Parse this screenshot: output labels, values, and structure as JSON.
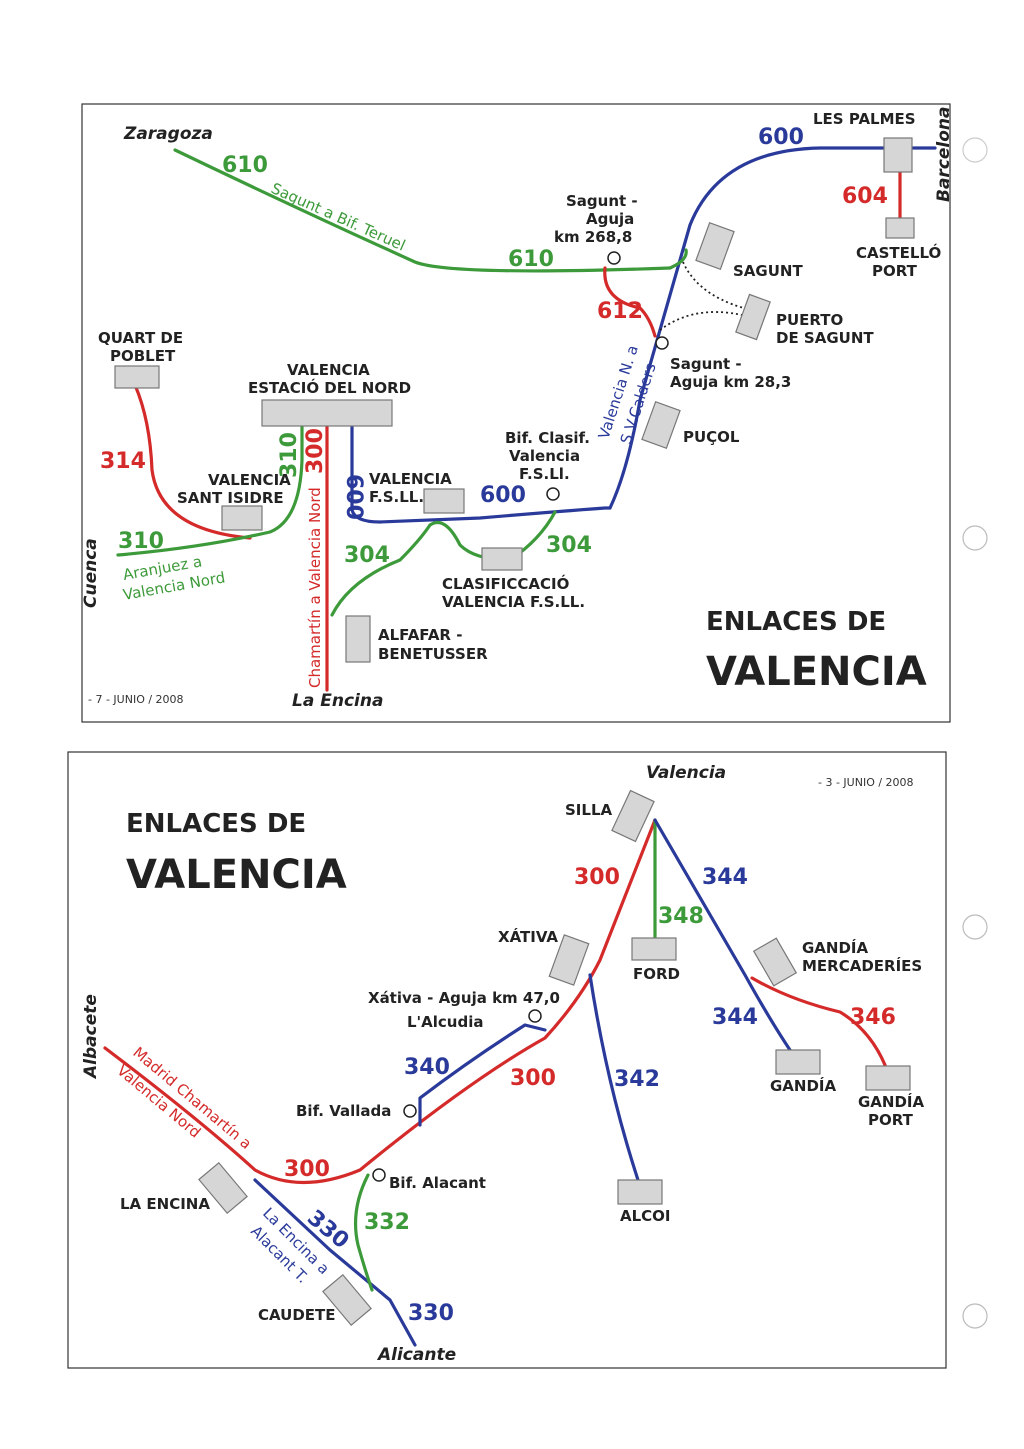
{
  "map1": {
    "title_line1": "ENLACES DE",
    "title_line2": "VALENCIA",
    "footer": "- 7 - JUNIO / 2008",
    "cities": {
      "zaragoza": "Zaragoza",
      "barcelona": "Barcelona",
      "cuenca": "Cuenca",
      "la_encina": "La Encina"
    },
    "stations": {
      "les_palmes": "LES PALMES",
      "castello_port_1": "CASTELLÓ",
      "castello_port_2": "PORT",
      "sagunt": "SAGUNT",
      "puerto_sagunt_1": "PUERTO",
      "puerto_sagunt_2": "DE SAGUNT",
      "pucol": "PUÇOL",
      "quart_poblet_1": "QUART DE",
      "quart_poblet_2": "POBLET",
      "valencia_nord_1": "VALENCIA",
      "valencia_nord_2": "ESTACIÓ DEL NORD",
      "sant_isidre_1": "VALENCIA",
      "sant_isidre_2": "SANT ISIDRE",
      "fsll_1": "VALENCIA",
      "fsll_2": "F.S.LL.",
      "clasificacio_1": "CLASIFICCACIÓ",
      "clasificacio_2": "VALENCIA F.S.LL.",
      "alfafar_1": "ALFAFAR -",
      "alfafar_2": "BENETUSSER"
    },
    "junctions": {
      "sagunt_aguja_268_1": "Sagunt -",
      "sagunt_aguja_268_2": "Aguja",
      "sagunt_aguja_268_3": "km 268,8",
      "sagunt_aguja_28_1": "Sagunt -",
      "sagunt_aguja_28_2": "Aguja km 28,3",
      "bif_clasif_1": "Bif. Clasif.",
      "bif_clasif_2": "Valencia",
      "bif_clasif_3": "F.S.Ll."
    },
    "line_numbers": {
      "l610a": "610",
      "l610b": "610",
      "l600a": "600",
      "l604": "604",
      "l612": "612",
      "l314": "314",
      "l310a": "310",
      "l310b": "310",
      "l300": "300",
      "l600b": "600",
      "l600c": "600",
      "l304a": "304",
      "l304b": "304"
    },
    "routes": {
      "sagunt_teruel": "Sagunt a Bif. Teruel",
      "valencia_calders_1": "Valencia N. a",
      "valencia_calders_2": "S.V.Calders",
      "aranjuez_1": "Aranjuez a",
      "aranjuez_2": "Valencia Nord",
      "chamartin": "Chamartín a Valencia Nord"
    }
  },
  "map2": {
    "title_line1": "ENLACES DE",
    "title_line2": "VALENCIA",
    "footer": "- 3 - JUNIO / 2008",
    "cities": {
      "valencia": "Valencia",
      "albacete": "Albacete",
      "alicante": "Alicante"
    },
    "stations": {
      "silla": "SILLA",
      "ford": "FORD",
      "xativa": "XÁTIVA",
      "gandia_merc_1": "GANDÍA",
      "gandia_merc_2": "MERCADERÍES",
      "gandia": "GANDÍA",
      "gandia_port_1": "GANDÍA",
      "gandia_port_2": "PORT",
      "alcoi": "ALCOI",
      "la_encina": "LA ENCINA",
      "caudete": "CAUDETE"
    },
    "junctions": {
      "xativa_aguja": "Xátiva - Aguja km 47,0",
      "lalcudia": "L'Alcudia",
      "bif_vallada": "Bif. Vallada",
      "bif_alacant": "Bif. Alacant"
    },
    "line_numbers": {
      "l300a": "300",
      "l344a": "344",
      "l348": "348",
      "l344b": "344",
      "l346": "346",
      "l340": "340",
      "l300b": "300",
      "l342": "342",
      "l300c": "300",
      "l330a": "330",
      "l332": "332",
      "l330b": "330"
    },
    "routes": {
      "madrid_1": "Madrid Chamartín a",
      "madrid_2": "Valencia Nord",
      "encina_1": "La Encina a",
      "encina_2": "Alacant T."
    }
  },
  "colors": {
    "red": "#d42a2a",
    "blue": "#2a3a9a",
    "green": "#3d9a3a"
  }
}
